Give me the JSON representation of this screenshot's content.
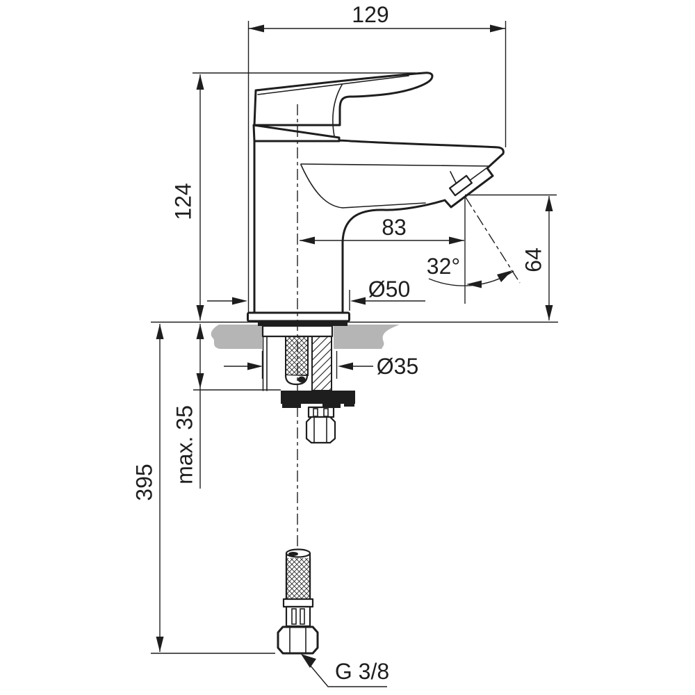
{
  "drawing": {
    "background": "#ffffff",
    "line_color": "#1e1e1e",
    "section_fill": "#b5b5b5",
    "dimensions": {
      "width": {
        "label": "129"
      },
      "height": {
        "label": "124"
      },
      "spout_reach": {
        "label": "83"
      },
      "spout_angle": {
        "label": "32°"
      },
      "spout_height": {
        "label": "64"
      },
      "base_diameter": {
        "label": "Ø50"
      },
      "shank_diameter": {
        "label": "Ø35"
      },
      "max_mounting_thickness": {
        "label": "max. 35"
      },
      "hose_length": {
        "label": "395"
      },
      "thread": {
        "label": "G 3/8"
      }
    }
  }
}
